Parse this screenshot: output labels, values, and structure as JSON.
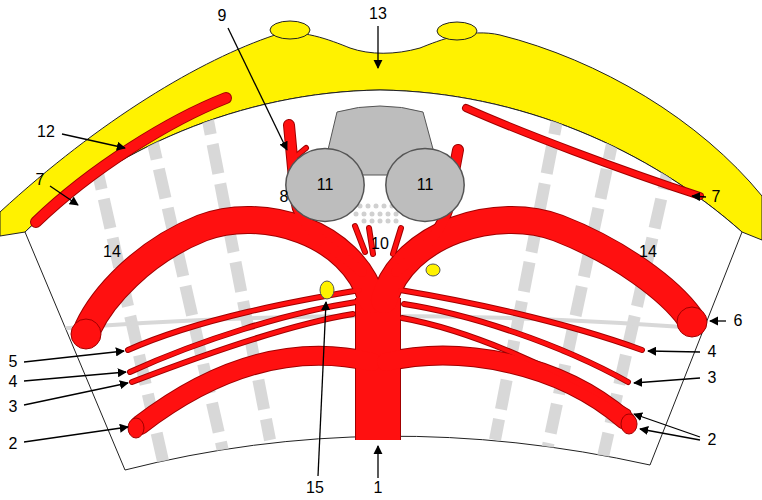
{
  "diagram": {
    "nodes": [
      {
        "text": [
          "11"
        ]
      },
      {
        "text": [
          "11"
        ]
      }
    ],
    "labels": [
      "13",
      "9",
      "12",
      "7",
      "8",
      "10",
      "7",
      "14",
      "14",
      "6",
      "5",
      "4",
      "4",
      "3",
      "3",
      "2",
      "2",
      "15",
      "1"
    ]
  }
}
